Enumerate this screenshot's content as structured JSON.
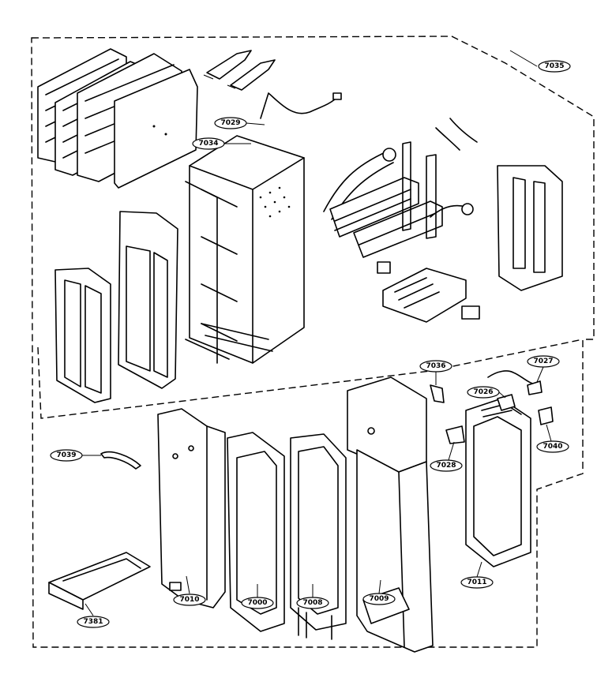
{
  "diagram": {
    "type": "exploded-parts-diagram",
    "labels": {
      "p7035": "7035",
      "p7029": "7029",
      "p7034": "7034",
      "p7036": "7036",
      "p7027": "7027",
      "p7026": "7026",
      "p7028": "7028",
      "p7040": "7040",
      "p7039": "7039",
      "p7381": "7381",
      "p7010": "7010",
      "p7000": "7000",
      "p7008": "7008",
      "p7009": "7009",
      "p7011": "7011"
    }
  }
}
